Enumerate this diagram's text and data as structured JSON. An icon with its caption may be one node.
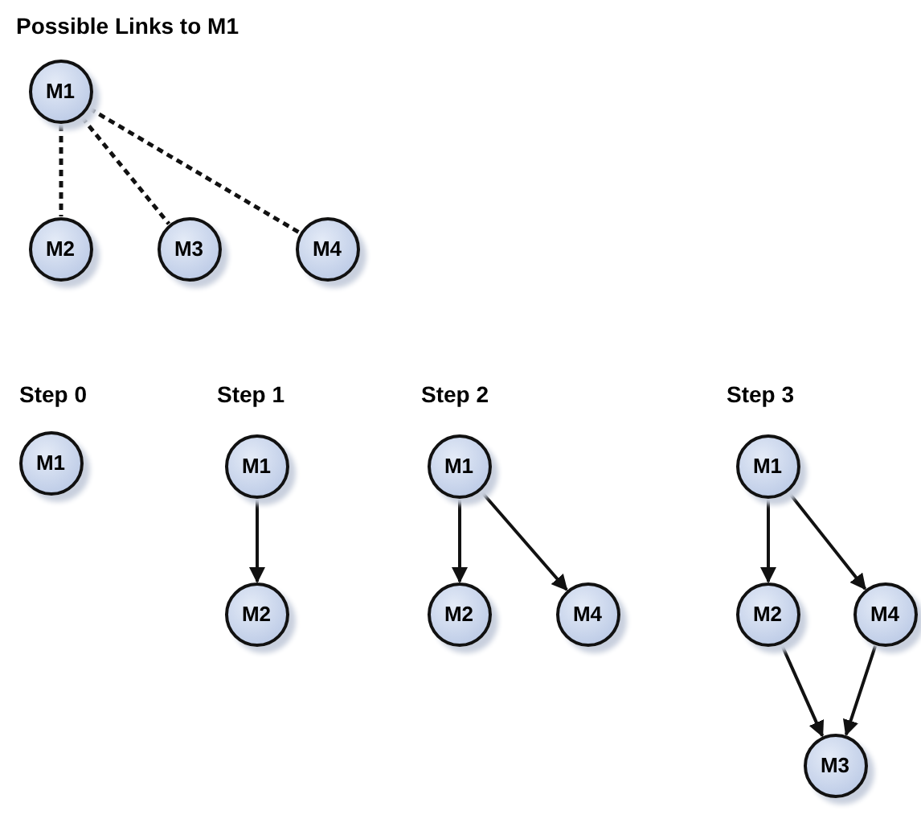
{
  "diagram": {
    "title": "Possible Links to M1",
    "nodes": [
      {
        "text": [
          "M1"
        ]
      },
      {
        "text": [
          "M2"
        ]
      },
      {
        "text": [
          "M3"
        ]
      },
      {
        "text": [
          "M4"
        ]
      },
      {
        "text": [
          "M1"
        ]
      },
      {
        "text": [
          "M1"
        ]
      },
      {
        "text": [
          "M2"
        ]
      },
      {
        "text": [
          "M1"
        ]
      },
      {
        "text": [
          "M2"
        ]
      },
      {
        "text": [
          "M4"
        ]
      },
      {
        "text": [
          "M1"
        ]
      },
      {
        "text": [
          "M2"
        ]
      },
      {
        "text": [
          "M4"
        ]
      },
      {
        "text": [
          "M3"
        ]
      }
    ],
    "edges": [
      {
        "from": 0,
        "to": 1,
        "arrow": "none",
        "style": "dashed"
      },
      {
        "from": 0,
        "to": 2,
        "arrow": "none",
        "style": "dashed"
      },
      {
        "from": 0,
        "to": 3,
        "arrow": "none",
        "style": "dashed"
      },
      {
        "from": 5,
        "to": 6,
        "arrow": "to"
      },
      {
        "from": 7,
        "to": 8,
        "arrow": "to"
      },
      {
        "from": 7,
        "to": 9,
        "arrow": "to"
      },
      {
        "from": 10,
        "to": 11,
        "arrow": "to"
      },
      {
        "from": 10,
        "to": 12,
        "arrow": "to"
      },
      {
        "from": 11,
        "to": 13,
        "arrow": "to"
      },
      {
        "from": 12,
        "to": 13,
        "arrow": "to"
      }
    ],
    "labels": [
      "Step 0",
      "Step 1",
      "Step 2",
      "Step 3"
    ]
  }
}
